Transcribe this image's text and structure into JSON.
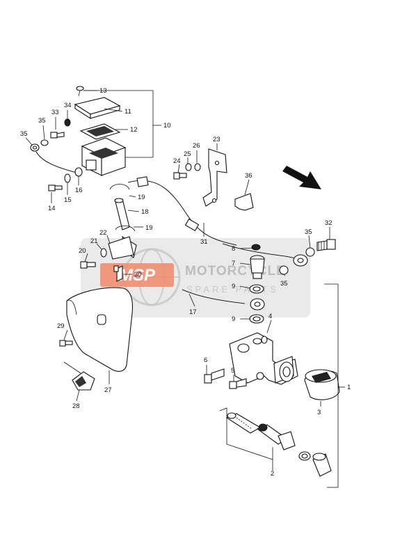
{
  "watermark": {
    "badge": "MSP",
    "brand": "MOTORCYCLE",
    "sub": "SPARE PARTS"
  },
  "callouts": {
    "p1": "1",
    "p2": "2",
    "p3": "3",
    "p4": "4",
    "p5": "5",
    "p6": "6",
    "p7": "7",
    "p8": "8",
    "p9a": "9",
    "p9b": "9",
    "p10": "10",
    "p11": "11",
    "p12": "12",
    "p13": "13",
    "p14": "14",
    "p15": "15",
    "p16": "16",
    "p17": "17",
    "p18": "18",
    "p19a": "19",
    "p19b": "19",
    "p20": "20",
    "p21": "21",
    "p22": "22",
    "p23": "23",
    "p24": "24",
    "p25": "25",
    "p26": "26",
    "p27": "27",
    "p28": "28",
    "p29": "29",
    "p30": "30",
    "p31": "31",
    "p32": "32",
    "p33": "33",
    "p34": "34",
    "p35a": "35",
    "p35b": "35",
    "p35c": "35",
    "p35d": "35",
    "p36": "36"
  },
  "colors": {
    "line": "#111111",
    "watermark_band": "#d9d9d9",
    "watermark_badge": "#f08a6a"
  }
}
